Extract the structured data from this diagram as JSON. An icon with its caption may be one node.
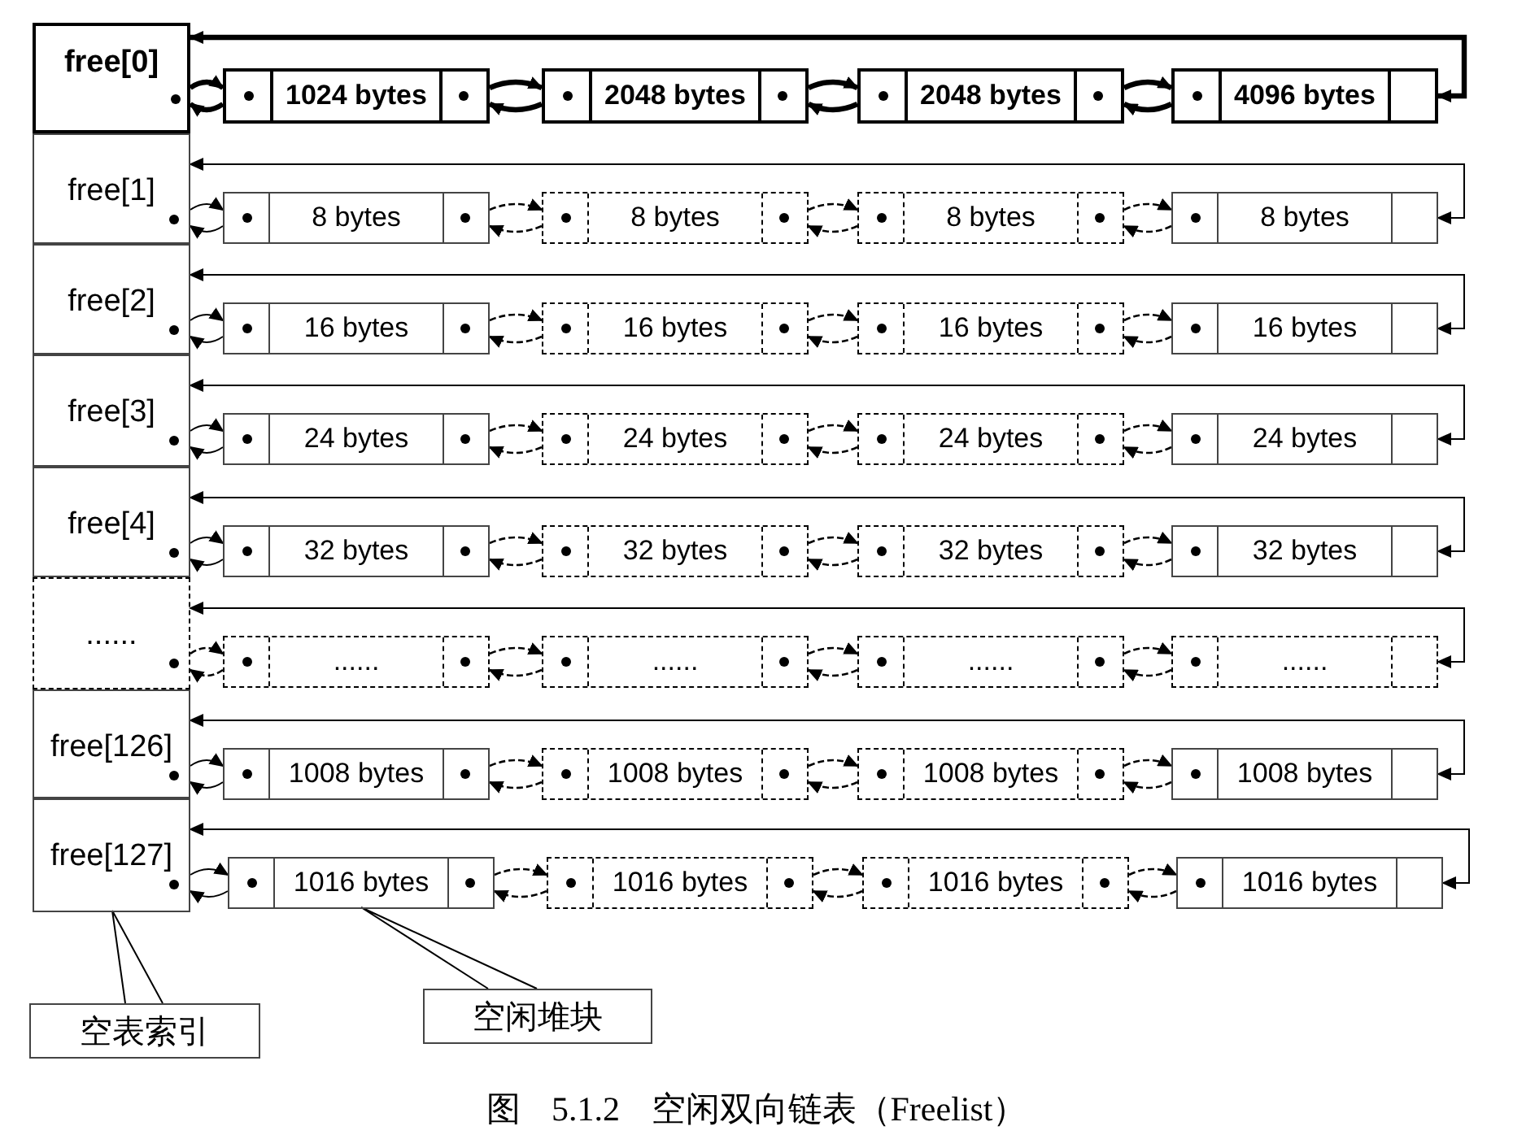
{
  "diagram": {
    "caption": "图 5.1.2 空闲双向链表（Freelist）",
    "nodes": [
      {
        "text": [
          "free[0]"
        ]
      },
      {
        "text": [
          "1024 bytes"
        ]
      },
      {
        "text": [
          "2048 bytes"
        ]
      },
      {
        "text": [
          "2048 bytes"
        ]
      },
      {
        "text": [
          "4096 bytes"
        ]
      },
      {
        "text": [
          "free[1]"
        ]
      },
      {
        "text": [
          "8 bytes"
        ]
      },
      {
        "text": [
          "8 bytes"
        ]
      },
      {
        "text": [
          "8 bytes"
        ]
      },
      {
        "text": [
          "8 bytes"
        ]
      },
      {
        "text": [
          "free[2]"
        ]
      },
      {
        "text": [
          "16 bytes"
        ]
      },
      {
        "text": [
          "16 bytes"
        ]
      },
      {
        "text": [
          "16 bytes"
        ]
      },
      {
        "text": [
          "16 bytes"
        ]
      },
      {
        "text": [
          "free[3]"
        ]
      },
      {
        "text": [
          "24 bytes"
        ]
      },
      {
        "text": [
          "24 bytes"
        ]
      },
      {
        "text": [
          "24 bytes"
        ]
      },
      {
        "text": [
          "24 bytes"
        ]
      },
      {
        "text": [
          "free[4]"
        ]
      },
      {
        "text": [
          "32 bytes"
        ]
      },
      {
        "text": [
          "32 bytes"
        ]
      },
      {
        "text": [
          "32 bytes"
        ]
      },
      {
        "text": [
          "32 bytes"
        ]
      },
      {
        "text": [
          "......"
        ]
      },
      {
        "text": [
          "......"
        ]
      },
      {
        "text": [
          "......"
        ]
      },
      {
        "text": [
          "......"
        ]
      },
      {
        "text": [
          "......"
        ]
      },
      {
        "text": [
          "free[126]"
        ]
      },
      {
        "text": [
          "1008 bytes"
        ]
      },
      {
        "text": [
          "1008 bytes"
        ]
      },
      {
        "text": [
          "1008 bytes"
        ]
      },
      {
        "text": [
          "1008 bytes"
        ]
      },
      {
        "text": [
          "free[127]"
        ]
      },
      {
        "text": [
          "1016 bytes"
        ]
      },
      {
        "text": [
          "1016 bytes"
        ]
      },
      {
        "text": [
          "1016 bytes"
        ]
      },
      {
        "text": [
          "1016 bytes"
        ]
      },
      {
        "text": [
          "空表索引"
        ]
      },
      {
        "text": [
          "空闲堆块"
        ]
      }
    ],
    "edges": [
      {
        "from": 0,
        "to": 1,
        "arrow": "to",
        "style": "thick"
      },
      {
        "from": 1,
        "to": 0,
        "arrow": "to",
        "style": "thick"
      },
      {
        "from": 1,
        "to": 2,
        "arrow": "to",
        "style": "thick"
      },
      {
        "from": 2,
        "to": 1,
        "arrow": "to",
        "style": "thick"
      },
      {
        "from": 2,
        "to": 3,
        "arrow": "to",
        "style": "thick"
      },
      {
        "from": 3,
        "to": 2,
        "arrow": "to",
        "style": "thick"
      },
      {
        "from": 3,
        "to": 4,
        "arrow": "to",
        "style": "thick"
      },
      {
        "from": 4,
        "to": 3,
        "arrow": "to",
        "style": "thick"
      },
      {
        "from": 0,
        "to": 4,
        "arrow": "both",
        "style": "thick"
      },
      {
        "from": 5,
        "to": 6,
        "arrow": "to"
      },
      {
        "from": 6,
        "to": 5,
        "arrow": "to"
      },
      {
        "from": 6,
        "to": 7,
        "arrow": "to",
        "style": "dashed"
      },
      {
        "from": 7,
        "to": 6,
        "arrow": "to",
        "style": "dashed"
      },
      {
        "from": 7,
        "to": 8,
        "arrow": "to",
        "style": "dashed"
      },
      {
        "from": 8,
        "to": 7,
        "arrow": "to",
        "style": "dashed"
      },
      {
        "from": 8,
        "to": 9,
        "arrow": "to",
        "style": "dashed"
      },
      {
        "from": 9,
        "to": 8,
        "arrow": "to",
        "style": "dashed"
      },
      {
        "from": 5,
        "to": 9,
        "arrow": "both"
      },
      {
        "from": 10,
        "to": 11,
        "arrow": "to"
      },
      {
        "from": 11,
        "to": 10,
        "arrow": "to"
      },
      {
        "from": 11,
        "to": 12,
        "arrow": "to",
        "style": "dashed"
      },
      {
        "from": 12,
        "to": 11,
        "arrow": "to",
        "style": "dashed"
      },
      {
        "from": 12,
        "to": 13,
        "arrow": "to",
        "style": "dashed"
      },
      {
        "from": 13,
        "to": 12,
        "arrow": "to",
        "style": "dashed"
      },
      {
        "from": 13,
        "to": 14,
        "arrow": "to",
        "style": "dashed"
      },
      {
        "from": 14,
        "to": 13,
        "arrow": "to",
        "style": "dashed"
      },
      {
        "from": 10,
        "to": 14,
        "arrow": "both"
      },
      {
        "from": 15,
        "to": 16,
        "arrow": "to"
      },
      {
        "from": 16,
        "to": 15,
        "arrow": "to"
      },
      {
        "from": 16,
        "to": 17,
        "arrow": "to",
        "style": "dashed"
      },
      {
        "from": 17,
        "to": 16,
        "arrow": "to",
        "style": "dashed"
      },
      {
        "from": 17,
        "to": 18,
        "arrow": "to",
        "style": "dashed"
      },
      {
        "from": 18,
        "to": 17,
        "arrow": "to",
        "style": "dashed"
      },
      {
        "from": 18,
        "to": 19,
        "arrow": "to",
        "style": "dashed"
      },
      {
        "from": 19,
        "to": 18,
        "arrow": "to",
        "style": "dashed"
      },
      {
        "from": 15,
        "to": 19,
        "arrow": "both"
      },
      {
        "from": 20,
        "to": 21,
        "arrow": "to"
      },
      {
        "from": 21,
        "to": 20,
        "arrow": "to"
      },
      {
        "from": 21,
        "to": 22,
        "arrow": "to",
        "style": "dashed"
      },
      {
        "from": 22,
        "to": 21,
        "arrow": "to",
        "style": "dashed"
      },
      {
        "from": 22,
        "to": 23,
        "arrow": "to",
        "style": "dashed"
      },
      {
        "from": 23,
        "to": 22,
        "arrow": "to",
        "style": "dashed"
      },
      {
        "from": 23,
        "to": 24,
        "arrow": "to",
        "style": "dashed"
      },
      {
        "from": 24,
        "to": 23,
        "arrow": "to",
        "style": "dashed"
      },
      {
        "from": 20,
        "to": 24,
        "arrow": "both"
      },
      {
        "from": 25,
        "to": 26,
        "arrow": "to",
        "style": "dashed"
      },
      {
        "from": 26,
        "to": 25,
        "arrow": "to",
        "style": "dashed"
      },
      {
        "from": 26,
        "to": 27,
        "arrow": "to",
        "style": "dashed"
      },
      {
        "from": 27,
        "to": 26,
        "arrow": "to",
        "style": "dashed"
      },
      {
        "from": 27,
        "to": 28,
        "arrow": "to",
        "style": "dashed"
      },
      {
        "from": 28,
        "to": 27,
        "arrow": "to",
        "style": "dashed"
      },
      {
        "from": 28,
        "to": 29,
        "arrow": "to",
        "style": "dashed"
      },
      {
        "from": 29,
        "to": 28,
        "arrow": "to",
        "style": "dashed"
      },
      {
        "from": 25,
        "to": 29,
        "arrow": "both"
      },
      {
        "from": 30,
        "to": 31,
        "arrow": "to"
      },
      {
        "from": 31,
        "to": 30,
        "arrow": "to"
      },
      {
        "from": 31,
        "to": 32,
        "arrow": "to",
        "style": "dashed"
      },
      {
        "from": 32,
        "to": 31,
        "arrow": "to",
        "style": "dashed"
      },
      {
        "from": 32,
        "to": 33,
        "arrow": "to",
        "style": "dashed"
      },
      {
        "from": 33,
        "to": 32,
        "arrow": "to",
        "style": "dashed"
      },
      {
        "from": 33,
        "to": 34,
        "arrow": "to",
        "style": "dashed"
      },
      {
        "from": 34,
        "to": 33,
        "arrow": "to",
        "style": "dashed"
      },
      {
        "from": 30,
        "to": 34,
        "arrow": "both"
      },
      {
        "from": 35,
        "to": 36,
        "arrow": "to"
      },
      {
        "from": 36,
        "to": 35,
        "arrow": "to"
      },
      {
        "from": 36,
        "to": 37,
        "arrow": "to",
        "style": "dashed"
      },
      {
        "from": 37,
        "to": 36,
        "arrow": "to",
        "style": "dashed"
      },
      {
        "from": 37,
        "to": 38,
        "arrow": "to",
        "style": "dashed"
      },
      {
        "from": 38,
        "to": 37,
        "arrow": "to",
        "style": "dashed"
      },
      {
        "from": 38,
        "to": 39,
        "arrow": "to",
        "style": "dashed"
      },
      {
        "from": 39,
        "to": 38,
        "arrow": "to",
        "style": "dashed"
      },
      {
        "from": 35,
        "to": 39,
        "arrow": "both"
      },
      {
        "from": 40,
        "to": 35,
        "arrow": "none"
      },
      {
        "from": 41,
        "to": 36,
        "arrow": "none"
      }
    ]
  }
}
